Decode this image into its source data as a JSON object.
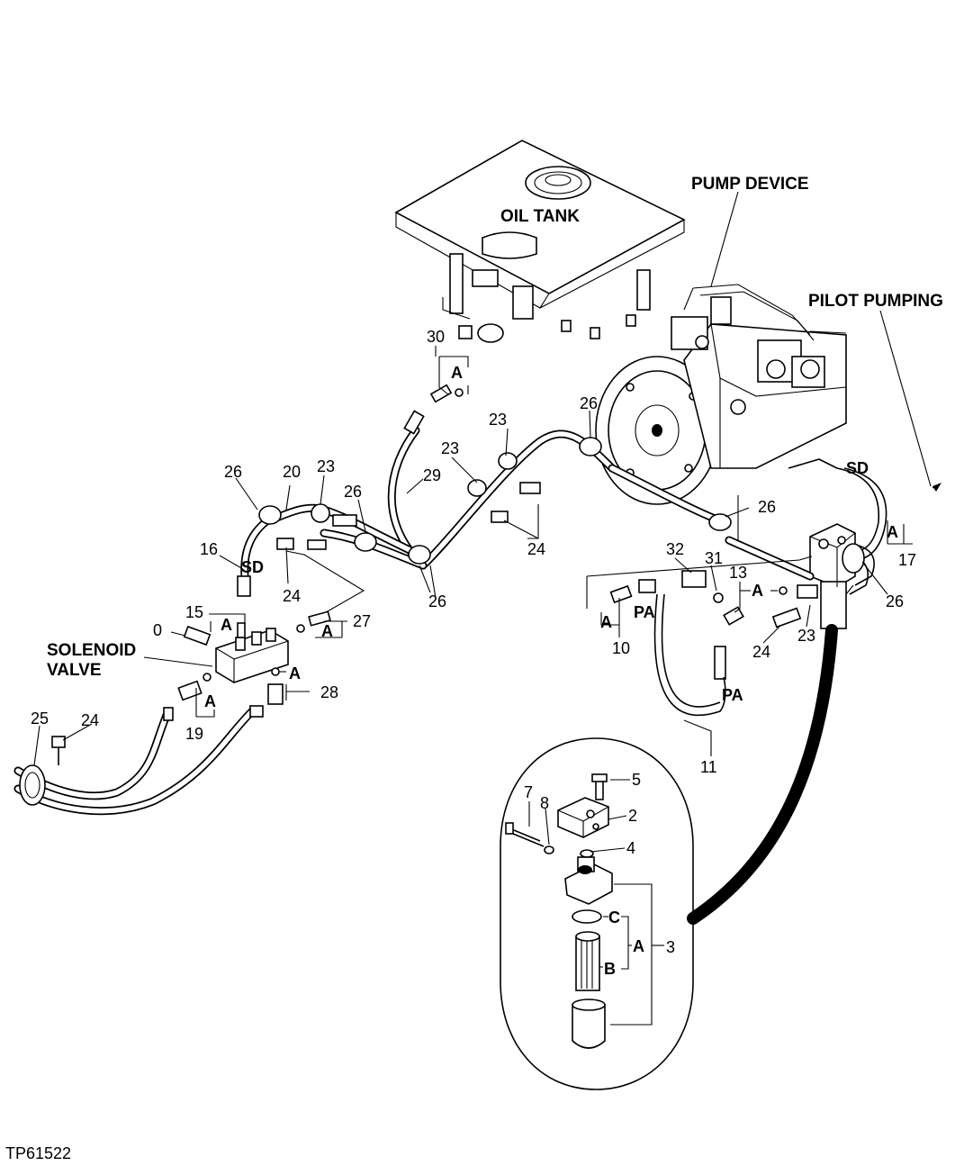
{
  "labels": {
    "oil_tank": "OIL TANK",
    "pump_device": "PUMP DEVICE",
    "pilot_pumping": "PILOT PUMPING",
    "solenoid_valve_1": "SOLENOID",
    "solenoid_valve_2": "VALVE",
    "sd": "SD",
    "pa": "PA",
    "a": "A",
    "b": "B",
    "c": "C"
  },
  "part_numbers": {
    "n0": "0",
    "n2": "2",
    "n3": "3",
    "n4": "4",
    "n5": "5",
    "n7": "7",
    "n8": "8",
    "n10": "10",
    "n11": "11",
    "n13": "13",
    "n15": "15",
    "n16": "16",
    "n17": "17",
    "n19": "19",
    "n20": "20",
    "n23": "23",
    "n24": "24",
    "n25": "25",
    "n26": "26",
    "n27": "27",
    "n28": "28",
    "n29": "29",
    "n30": "30",
    "n31": "31",
    "n32": "32"
  },
  "figure_code": "TP61522"
}
